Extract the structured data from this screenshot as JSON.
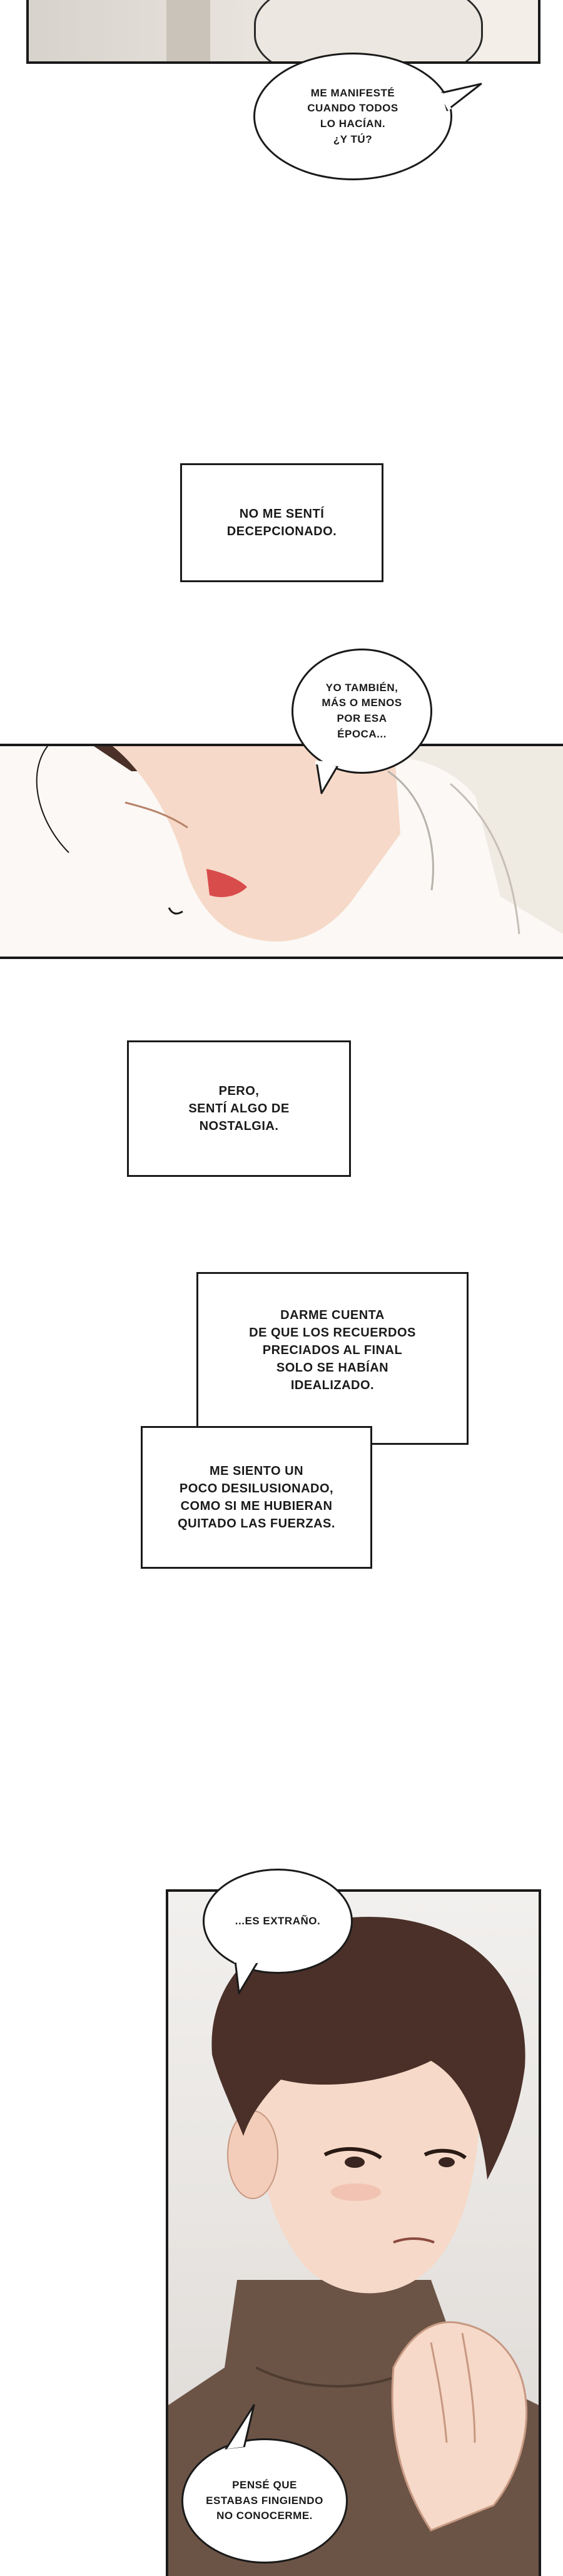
{
  "bubbles": {
    "b1": [
      "ME MANIFESTÉ",
      "CUANDO TODOS",
      "LO HACÍAN.",
      "¿Y TÚ?"
    ],
    "b2": [
      "YO TAMBIÉN,",
      "MÁS O MENOS",
      "POR ESA",
      "ÉPOCA..."
    ],
    "b3": [
      "...ES EXTRAÑO."
    ],
    "b4": [
      "PENSÉ QUE",
      "ESTABAS FINGIENDO",
      "NO CONOCERME."
    ]
  },
  "captions": {
    "c1": [
      "NO ME SENTÍ",
      "DECEPCIONADO."
    ],
    "c2": [
      "PERO,",
      "SENTÍ ALGO DE",
      "NOSTALGIA."
    ],
    "c3": [
      "DARME CUENTA",
      "DE QUE LOS RECUERDOS",
      "PRECIADOS AL FINAL",
      "SOLO SE HABÍAN",
      "IDEALIZADO."
    ],
    "c4": [
      "ME SIENTO UN",
      "POCO DESILUSIONADO,",
      "COMO SI ME HUBIERAN",
      "QUITADO LAS FUERZAS."
    ]
  },
  "colors": {
    "ink": "#1a1a1a",
    "skin": "#f6d9c8",
    "hair": "#4a3028",
    "shirt": "#efeae2",
    "sweater": "#6b5446"
  }
}
